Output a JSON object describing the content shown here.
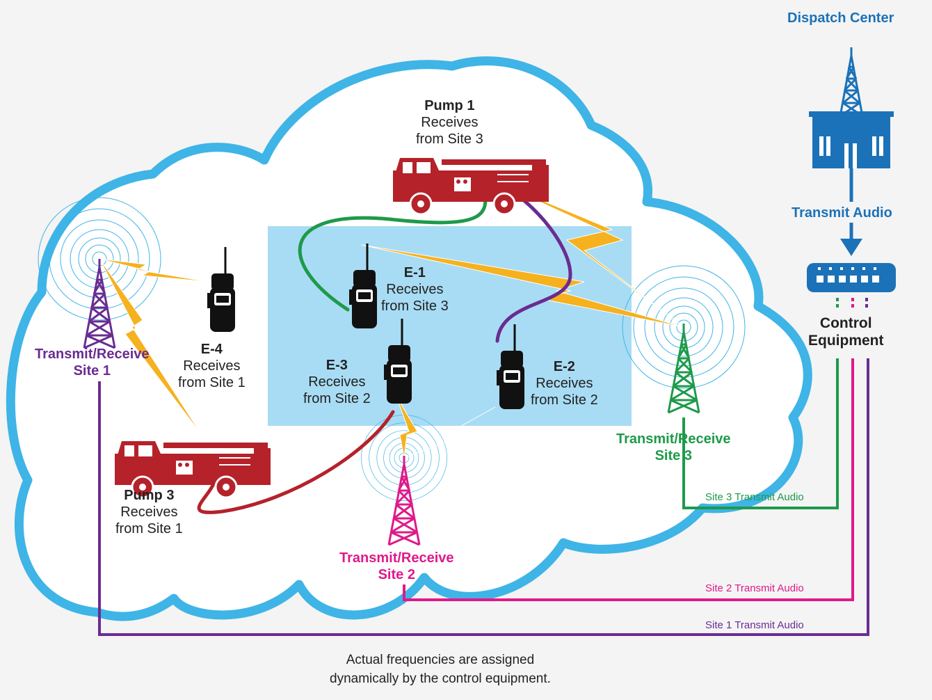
{
  "colors": {
    "site1": "#6a2c91",
    "site2": "#e0198a",
    "site3": "#1e9a4a",
    "dispatch": "#1b72b8",
    "cloud": "#3fb4e6",
    "truck": "#b5222a",
    "lightning": "#f6b11e",
    "zone": "#a8dcf4"
  },
  "dispatch": {
    "title": "Dispatch Center",
    "transmit_audio": "Transmit Audio",
    "control_line1": "Control",
    "control_line2": "Equipment"
  },
  "sites": [
    {
      "line1": "Transmit/Receive",
      "line2": "Site 1",
      "audio": "Site 1 Transmit Audio"
    },
    {
      "line1": "Transmit/Receive",
      "line2": "Site 2",
      "audio": "Site 2 Transmit Audio"
    },
    {
      "line1": "Transmit/Receive",
      "line2": "Site 3",
      "audio": "Site 3 Transmit Audio"
    }
  ],
  "units": {
    "pump1": {
      "name": "Pump 1",
      "l1": "Receives",
      "l2": "from Site 3"
    },
    "pump3": {
      "name": "Pump 3",
      "l1": "Receives",
      "l2": "from Site 1"
    },
    "e1": {
      "name": "E-1",
      "l1": "Receives",
      "l2": "from Site 3"
    },
    "e2": {
      "name": "E-2",
      "l1": "Receives",
      "l2": "from Site 2"
    },
    "e3": {
      "name": "E-3",
      "l1": "Receives",
      "l2": "from Site 2"
    },
    "e4": {
      "name": "E-4",
      "l1": "Receives",
      "l2": "from Site 1"
    }
  },
  "footnote": {
    "line1": "Actual frequencies are assigned",
    "line2": "dynamically by the control equipment."
  }
}
